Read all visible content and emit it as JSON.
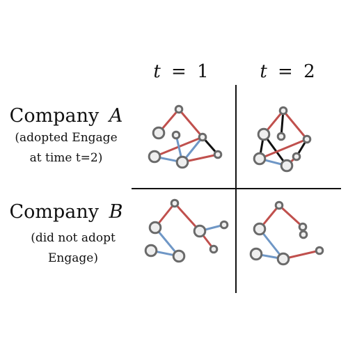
{
  "columns": [
    {
      "var": "t",
      "op": "=",
      "val": "1"
    },
    {
      "var": "t",
      "op": "=",
      "val": "2"
    }
  ],
  "rows": [
    {
      "title_text": "Company",
      "title_var": "A",
      "subtitle_lines": [
        "(adopted Engage",
        "at time t=2)"
      ]
    },
    {
      "title_text": "Company",
      "title_var": "B",
      "subtitle_lines": [
        "(did not adopt",
        "Engage)"
      ]
    }
  ],
  "colors": {
    "red_edge": "#c0504d",
    "blue_edge": "#6f97c6",
    "black_edge": "#111111",
    "node_fill": "#eeeeee",
    "node_stroke": "#6a6a6a"
  },
  "graphs": [
    {
      "id": "A-t1",
      "nodes": [
        {
          "id": "n1",
          "size": "small"
        },
        {
          "id": "n2",
          "size": "large"
        },
        {
          "id": "n3",
          "size": "small"
        },
        {
          "id": "n4",
          "size": "small"
        },
        {
          "id": "n5",
          "size": "large"
        },
        {
          "id": "n6",
          "size": "large"
        },
        {
          "id": "n7",
          "size": "small"
        }
      ],
      "edges": [
        {
          "from": "n1",
          "to": "n2",
          "color": "red"
        },
        {
          "from": "n1",
          "to": "n4",
          "color": "red"
        },
        {
          "from": "n4",
          "to": "n5",
          "color": "red"
        },
        {
          "from": "n4",
          "to": "n6",
          "color": "blue"
        },
        {
          "from": "n4",
          "to": "n7",
          "color": "black"
        },
        {
          "from": "n3",
          "to": "n6",
          "color": "blue"
        },
        {
          "from": "n5",
          "to": "n6",
          "color": "blue"
        },
        {
          "from": "n6",
          "to": "n7",
          "color": "red"
        }
      ]
    },
    {
      "id": "A-t2",
      "nodes": [
        {
          "id": "n1",
          "size": "small"
        },
        {
          "id": "n2",
          "size": "small"
        },
        {
          "id": "n3",
          "size": "large"
        },
        {
          "id": "n4",
          "size": "small"
        },
        {
          "id": "n5",
          "size": "large"
        },
        {
          "id": "n6",
          "size": "small"
        },
        {
          "id": "n7",
          "size": "large"
        }
      ],
      "edges": [
        {
          "from": "n1",
          "to": "n2",
          "color": "black"
        },
        {
          "from": "n1",
          "to": "n3",
          "color": "red"
        },
        {
          "from": "n1",
          "to": "n4",
          "color": "red"
        },
        {
          "from": "n3",
          "to": "n5",
          "color": "black"
        },
        {
          "from": "n3",
          "to": "n7",
          "color": "black"
        },
        {
          "from": "n4",
          "to": "n5",
          "color": "red"
        },
        {
          "from": "n4",
          "to": "n6",
          "color": "black"
        },
        {
          "from": "n5",
          "to": "n7",
          "color": "blue"
        },
        {
          "from": "n6",
          "to": "n7",
          "color": "red"
        }
      ]
    },
    {
      "id": "B-t1",
      "nodes": [
        {
          "id": "n1",
          "size": "small"
        },
        {
          "id": "n2",
          "size": "large"
        },
        {
          "id": "n3",
          "size": "large"
        },
        {
          "id": "n4",
          "size": "small"
        },
        {
          "id": "n5",
          "size": "large"
        },
        {
          "id": "n6",
          "size": "large"
        },
        {
          "id": "n7",
          "size": "small"
        }
      ],
      "edges": [
        {
          "from": "n1",
          "to": "n2",
          "color": "red"
        },
        {
          "from": "n1",
          "to": "n3",
          "color": "red"
        },
        {
          "from": "n2",
          "to": "n6",
          "color": "blue"
        },
        {
          "from": "n3",
          "to": "n4",
          "color": "blue"
        },
        {
          "from": "n3",
          "to": "n7",
          "color": "red"
        },
        {
          "from": "n5",
          "to": "n6",
          "color": "blue"
        }
      ]
    },
    {
      "id": "B-t2",
      "nodes": [
        {
          "id": "n1",
          "size": "small"
        },
        {
          "id": "n2",
          "size": "large"
        },
        {
          "id": "n3",
          "size": "small"
        },
        {
          "id": "n4",
          "size": "small"
        },
        {
          "id": "n5",
          "size": "large"
        },
        {
          "id": "n6",
          "size": "large"
        },
        {
          "id": "n7",
          "size": "small"
        }
      ],
      "edges": [
        {
          "from": "n1",
          "to": "n2",
          "color": "red"
        },
        {
          "from": "n1",
          "to": "n3",
          "color": "red"
        },
        {
          "from": "n2",
          "to": "n6",
          "color": "blue"
        },
        {
          "from": "n3",
          "to": "n4",
          "color": "red"
        },
        {
          "from": "n5",
          "to": "n6",
          "color": "blue"
        },
        {
          "from": "n6",
          "to": "n7",
          "color": "red"
        }
      ]
    }
  ]
}
